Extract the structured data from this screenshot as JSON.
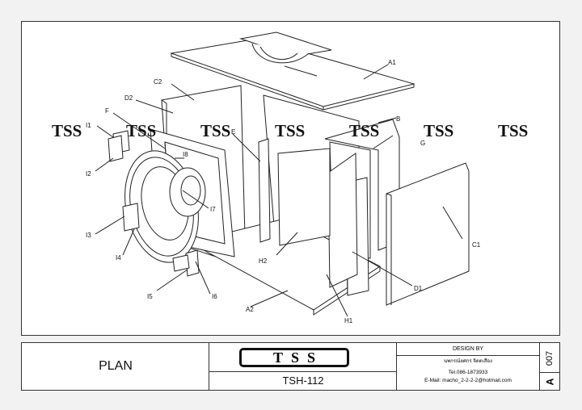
{
  "watermark": "TSS",
  "labels": {
    "a1": "A1",
    "a2": "A2",
    "b": "B",
    "c1": "C1",
    "c2": "C2",
    "d1": "D1",
    "d2": "D2",
    "e": "E",
    "f": "F",
    "g": "G",
    "h1": "H1",
    "h2": "H2",
    "i1": "I1",
    "i2": "I2",
    "i3": "I3",
    "i4": "I4",
    "i5": "I5",
    "i6": "I6",
    "i7": "I7",
    "i8": "I8"
  },
  "title_block": {
    "plan": "PLAN",
    "logo": "TSS",
    "model": "TSH-112",
    "design_by": "DESIGN BY",
    "designer": "นพกรณ์ยศกร จิตตเสือง",
    "tel": "Tel.086-1873933",
    "email": "E-Mail: macho_2-2-2-2@hotmail.com",
    "sheet_number": "007",
    "revision": "A"
  }
}
